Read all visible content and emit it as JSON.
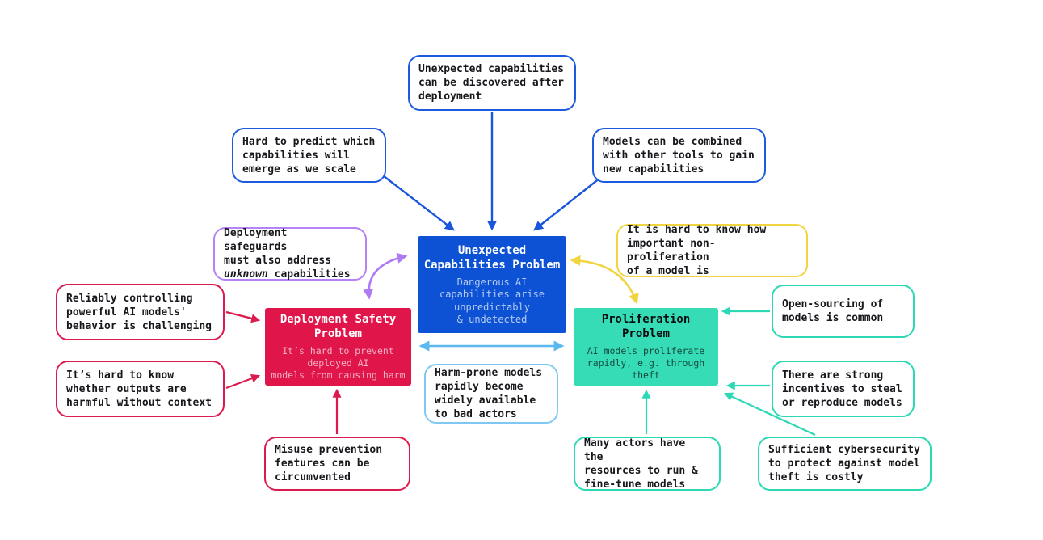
{
  "colors": {
    "blue_arrow": "#1a56db",
    "blue_fill": "#0d52d4",
    "red_fill": "#e0164b",
    "red_line": "#dc1a4e",
    "teal_fill": "#35dcb6",
    "teal_line": "#2cd9b4",
    "purple_line": "#ad7bf2",
    "yellow_line": "#f0d541",
    "lightblue_line": "#5cb9f0"
  },
  "nodes": {
    "unexpected": {
      "title": "Unexpected\nCapabilities Problem",
      "subtitle": "Dangerous AI\ncapabilities arise\nunpredictably\n& undetected"
    },
    "deployment": {
      "title": "Deployment Safety\nProblem",
      "subtitle": "It’s hard to prevent\ndeployed AI\nmodels from causing harm"
    },
    "proliferation": {
      "title": "Proliferation\nProblem",
      "subtitle": "AI models proliferate\nrapidly, e.g. through\ntheft"
    }
  },
  "callouts": {
    "discovered": {
      "text": "Unexpected capabilities\ncan be discovered after\ndeployment"
    },
    "predict": {
      "text": "Hard to predict which\ncapabilities will\nemerge as we scale"
    },
    "combined": {
      "text": "Models can be combined\nwith other tools to gain\nnew capabilities"
    },
    "safeguards": {
      "text_before": "Deployment safeguards\nmust also address\n",
      "italic": "unknown",
      "text_after": " capabilities"
    },
    "reliably": {
      "text": "Reliably controlling\npowerful AI models'\nbehavior is challenging"
    },
    "outputs": {
      "text": "It’s hard to know\nwhether outputs are\nharmful without context"
    },
    "misuse": {
      "text": "Misuse prevention\nfeatures can be\ncircumvented"
    },
    "harmprone": {
      "text": "Harm-prone models\nrapidly become\nwidely available\nto bad actors"
    },
    "nonprolif": {
      "text": "It is hard to know how\nimportant non-proliferation\nof a model is"
    },
    "opensource": {
      "text": "Open-sourcing of\nmodels is common"
    },
    "incentives": {
      "text": "There are strong\nincentives to steal\nor reproduce models"
    },
    "cyber": {
      "text": "Sufficient cybersecurity\nto protect against model\ntheft is costly"
    },
    "manyactors": {
      "text": "Many actors have the\nresources to run &\nfine-tune models"
    }
  },
  "edges": [
    {
      "from": "discovered",
      "to": "unexpected",
      "direction": "one-way",
      "color": "blue"
    },
    {
      "from": "predict",
      "to": "unexpected",
      "direction": "one-way",
      "color": "blue"
    },
    {
      "from": "combined",
      "to": "unexpected",
      "direction": "one-way",
      "color": "blue"
    },
    {
      "from": "deployment",
      "to": "unexpected",
      "direction": "two-way",
      "color": "purple"
    },
    {
      "from": "proliferation",
      "to": "unexpected",
      "direction": "two-way",
      "color": "yellow"
    },
    {
      "from": "deployment",
      "to": "proliferation",
      "direction": "two-way",
      "color": "lightblue"
    },
    {
      "from": "reliably",
      "to": "deployment",
      "direction": "one-way",
      "color": "red"
    },
    {
      "from": "outputs",
      "to": "deployment",
      "direction": "one-way",
      "color": "red"
    },
    {
      "from": "misuse",
      "to": "deployment",
      "direction": "one-way",
      "color": "red"
    },
    {
      "from": "opensource",
      "to": "proliferation",
      "direction": "one-way",
      "color": "teal"
    },
    {
      "from": "incentives",
      "to": "proliferation",
      "direction": "one-way",
      "color": "teal"
    },
    {
      "from": "cyber",
      "to": "proliferation",
      "direction": "one-way",
      "color": "teal"
    },
    {
      "from": "manyactors",
      "to": "proliferation",
      "direction": "one-way",
      "color": "teal"
    }
  ]
}
